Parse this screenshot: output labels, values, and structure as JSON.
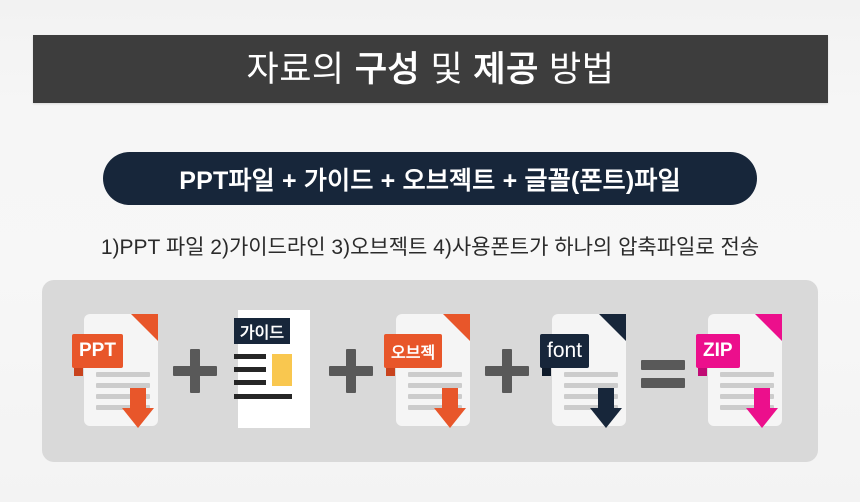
{
  "header": {
    "title_part1": "자료의 ",
    "title_part2": "구성",
    "title_part3": " 및 ",
    "title_part4": "제공",
    "title_part5": " 방법",
    "title_full": "자료의 구성 및 제공 방법",
    "background_color": "#3d3d3d",
    "text_color": "#ffffff"
  },
  "banner": {
    "text": "PPT파일 + 가이드 + 오브젝트 + 글꼴(폰트)파일",
    "background_color": "#17263a",
    "text_color": "#ffffff"
  },
  "description": {
    "text": "1)PPT 파일  2)가이드라인  3)오브젝트 4)사용폰트가 하나의 압축파일로 전송"
  },
  "panel": {
    "background_color": "#d9d9d9",
    "items": [
      {
        "kind": "document",
        "icon_name": "ppt-file-icon",
        "badge_label": "PPT",
        "accent_color": "#e8562a",
        "has_fold": true,
        "has_arrow": true
      },
      {
        "kind": "operator",
        "icon_name": "plus-operator-icon",
        "symbol": "+",
        "color": "#595959"
      },
      {
        "kind": "guide",
        "icon_name": "guide-file-icon",
        "badge_label": "가이드",
        "accent_color": "#17263a",
        "block_color": "#f9c74f",
        "has_fold": false,
        "has_arrow": false
      },
      {
        "kind": "operator",
        "icon_name": "plus-operator-icon",
        "symbol": "+",
        "color": "#595959"
      },
      {
        "kind": "document",
        "icon_name": "object-file-icon",
        "badge_label": "오브젝",
        "accent_color": "#e8562a",
        "has_fold": true,
        "has_arrow": true
      },
      {
        "kind": "operator",
        "icon_name": "plus-operator-icon",
        "symbol": "+",
        "color": "#595959"
      },
      {
        "kind": "document",
        "icon_name": "font-file-icon",
        "badge_label": "font",
        "accent_color": "#17263a",
        "has_fold": true,
        "has_arrow": true
      },
      {
        "kind": "operator",
        "icon_name": "equals-operator-icon",
        "symbol": "=",
        "color": "#595959"
      },
      {
        "kind": "document",
        "icon_name": "zip-file-icon",
        "badge_label": "ZIP",
        "accent_color": "#ec0f8c",
        "has_fold": true,
        "has_arrow": true
      }
    ]
  }
}
